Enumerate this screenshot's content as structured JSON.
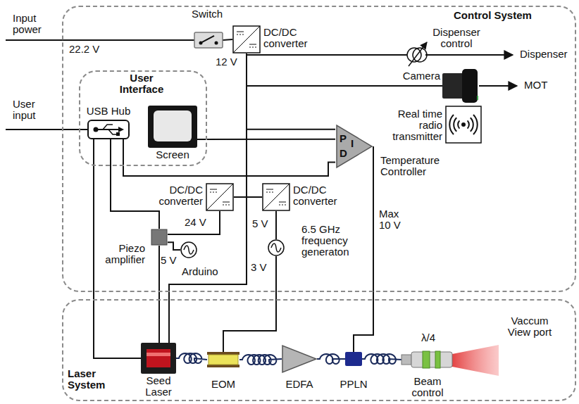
{
  "diagram": {
    "nodes": [
      {
        "text": [
          "Control System"
        ]
      },
      {
        "text": [
          "User Interface"
        ],
        "in": 0
      },
      {
        "text": [
          "Switch"
        ],
        "in": 0
      },
      {
        "text": [
          "DC/DC converter"
        ],
        "in": 0
      },
      {
        "text": [
          "USB Hub"
        ],
        "in": 1
      },
      {
        "text": [
          "Screen"
        ],
        "in": 1
      },
      {
        "text": [
          "Dispenser control"
        ],
        "in": 0
      },
      {
        "text": [
          "Camera"
        ],
        "in": 0
      },
      {
        "text": [
          "Real time radio transmitter"
        ],
        "in": 0
      },
      {
        "text": [
          "P",
          "I",
          "D",
          "Temperature Controller"
        ],
        "in": 0
      },
      {
        "text": [
          "DC/DC converter"
        ],
        "in": 0
      },
      {
        "text": [
          "DC/DC converter"
        ],
        "in": 0
      },
      {
        "text": [
          "Piezo amplifier"
        ],
        "in": 0
      },
      {
        "text": [
          "Arduino"
        ],
        "in": 0
      },
      {
        "text": [
          "6.5 GHz frequency generaton"
        ],
        "in": 0
      },
      {
        "text": [
          "Laser System"
        ]
      },
      {
        "text": [
          "Seed Laser"
        ],
        "in": 15
      },
      {
        "text": [
          "EOM"
        ],
        "in": 15
      },
      {
        "text": [
          "EDFA"
        ],
        "in": 15
      },
      {
        "text": [
          "PPLN"
        ],
        "in": 15
      },
      {
        "text": [
          "Beam control"
        ],
        "in": 15
      }
    ],
    "edges": [
      {
        "from": 2,
        "to": 3,
        "arrow": "none"
      },
      {
        "from": 3,
        "to": 6,
        "arrow": "none"
      },
      {
        "from": 3,
        "to": 7,
        "arrow": "none"
      },
      {
        "from": 3,
        "to": 9,
        "arrow": "none"
      },
      {
        "from": 3,
        "to": 10,
        "arrow": "none"
      },
      {
        "from": 3,
        "to": 11,
        "arrow": "none"
      },
      {
        "from": 3,
        "to": 16,
        "arrow": "none"
      },
      {
        "from": 4,
        "to": 9,
        "arrow": "none"
      },
      {
        "from": 4,
        "to": 12,
        "arrow": "none"
      },
      {
        "from": 4,
        "to": 16,
        "arrow": "none"
      },
      {
        "from": 5,
        "to": 9,
        "arrow": "none"
      },
      {
        "from": 10,
        "to": 12,
        "arrow": "none"
      },
      {
        "from": 11,
        "to": 14,
        "arrow": "none"
      },
      {
        "from": 13,
        "to": 12,
        "arrow": "none"
      },
      {
        "from": 12,
        "to": 16,
        "arrow": "none"
      },
      {
        "from": 14,
        "to": 17,
        "arrow": "none"
      },
      {
        "from": 9,
        "to": 19,
        "arrow": "none"
      },
      {
        "from": 16,
        "to": 17,
        "arrow": "none"
      },
      {
        "from": 17,
        "to": 18,
        "arrow": "none"
      },
      {
        "from": 18,
        "to": 19,
        "arrow": "none"
      },
      {
        "from": 19,
        "to": 20,
        "arrow": "none"
      }
    ],
    "labels": [
      "Input power",
      "22.2 V",
      "12 V",
      "User input",
      "Dispenser",
      "MOT",
      "24 V",
      "5 V",
      "5 V",
      "3 V",
      "Max 10 V",
      "λ/4",
      "Vaccum View port"
    ]
  }
}
